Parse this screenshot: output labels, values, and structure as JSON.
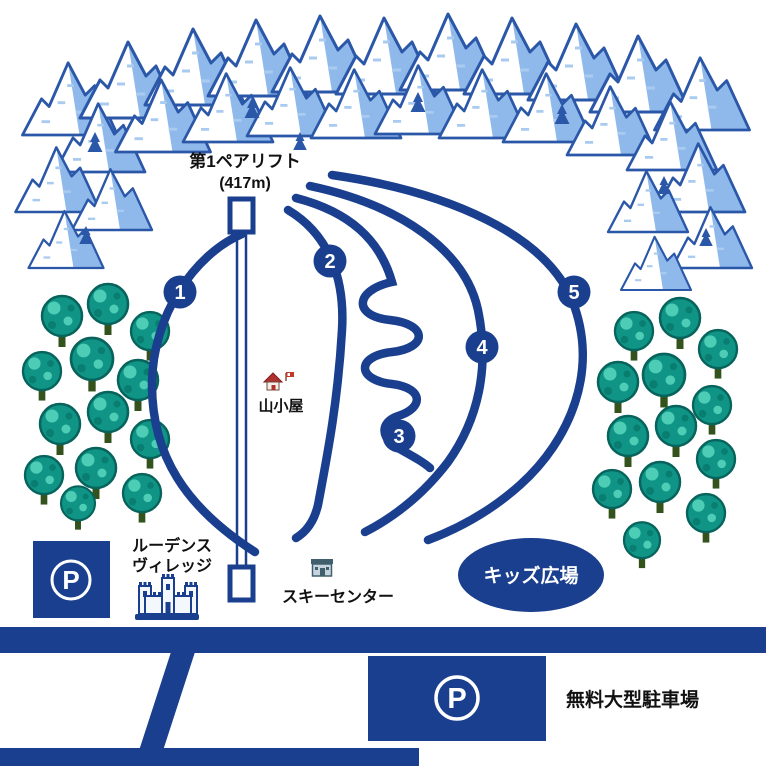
{
  "map": {
    "title": "ski-resort-trail-map",
    "lift": {
      "name": "第1ペアリフト",
      "elevation": "(417m)"
    },
    "trails": [
      {
        "number": "1"
      },
      {
        "number": "2"
      },
      {
        "number": "3"
      },
      {
        "number": "4"
      },
      {
        "number": "5"
      }
    ],
    "hut": {
      "label": "山小屋"
    },
    "village": {
      "line1": "ルーデンス",
      "line2": "ヴィレッジ"
    },
    "ski_center": {
      "label": "スキーセンター"
    },
    "kids_area": {
      "label": "キッズ広場"
    },
    "parking_small": {
      "label": "P"
    },
    "parking_large": {
      "label": "P",
      "text": "無料大型駐車場"
    },
    "colors": {
      "navy": "#1a3f8e",
      "mountain_outline": "#2b57a8",
      "mountain_shade": "#8fb9ea",
      "tree": "#0f9486",
      "tree_dark": "#07635b",
      "tree_light": "#4ecdb6"
    }
  }
}
